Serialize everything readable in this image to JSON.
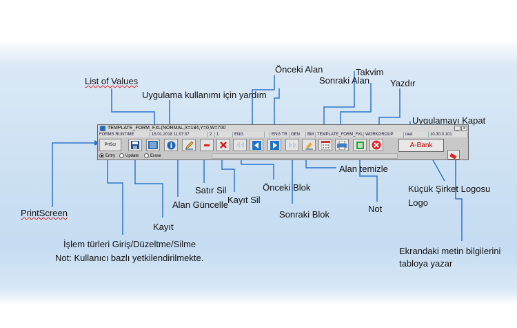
{
  "labels": {
    "list_of_values": "List of Values",
    "help": "Uygulama kullanımı için yardım",
    "onceki_alan": "Önceki Alan",
    "takvim": "Takvim",
    "sonraki_alan": "Sonraki Alan",
    "yazdir": "Yazdır",
    "uygulamayi_kapat": "Uygulamayı Kapat",
    "alan_temizle": "Alan temizle",
    "kucuk_logo_1": "Küçük Şirket Logosu",
    "kucuk_logo_2": "Logo",
    "printscreen": "PrintScreen",
    "satir_sil": "Satır Sil",
    "onceki_blok": "Önceki Blok",
    "alan_guncelle": "Alan Güncelle",
    "kayit_sil": "Kayıt Sil",
    "not": "Not",
    "sonraki_blok": "Sonraki Blok",
    "kayit": "Kayıt",
    "islem_1": "İşlem türleri Giriş/Düzeltme/Silme",
    "islem_2": "Not: Kullanıcı bazlı yetkilendirilmekte.",
    "ekran_1": "Ekrandaki metin bilgilerini",
    "ekran_2": "tabloya yazar"
  },
  "window": {
    "title": "TEMPLATE_FORM_FXL(NORMAL,X=184,Y=0,W=700",
    "status": [
      "FORMS RUNTIME",
      "15.01.2018 11:07:37",
      "2",
      "1",
      "ENG",
      "",
      "ENG TR",
      "GEN",
      "BM",
      "TEMPLATE_FORM_FXL",
      "WORKGROUP",
      "reet",
      "10.30.0.101"
    ],
    "printscr_label": "PrtScr",
    "radios": [
      "Entry",
      "Update",
      "Erase"
    ],
    "logo_text": "A-Bank"
  },
  "colors": {
    "accent": "#2a6db5",
    "line": "#2f74c9"
  }
}
